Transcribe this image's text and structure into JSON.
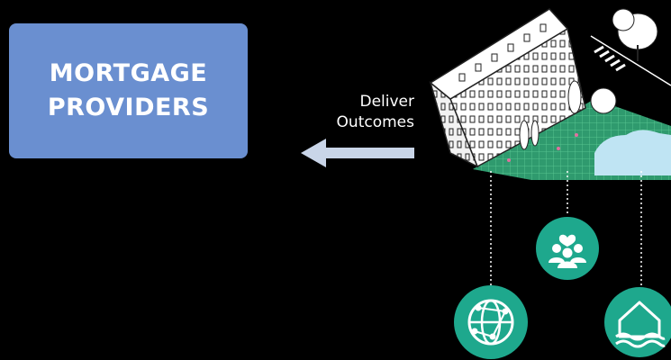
{
  "provider": {
    "line1": "MORTGAGE",
    "line2": "PROVIDERS"
  },
  "flow": {
    "line1": "Deliver",
    "line2": "Outcomes"
  },
  "icons": [
    {
      "name": "community-heart-icon",
      "color": "#1ea88d"
    },
    {
      "name": "network-globe-icon",
      "color": "#1ea88d"
    },
    {
      "name": "flood-house-icon",
      "color": "#1ea88d"
    }
  ],
  "colors": {
    "background": "#000000",
    "provider_box": "#6a8fd0",
    "arrow": "#c9d5e8",
    "teal": "#1ea88d",
    "grass": "#2f9a6e",
    "water": "#bfe4f3"
  }
}
